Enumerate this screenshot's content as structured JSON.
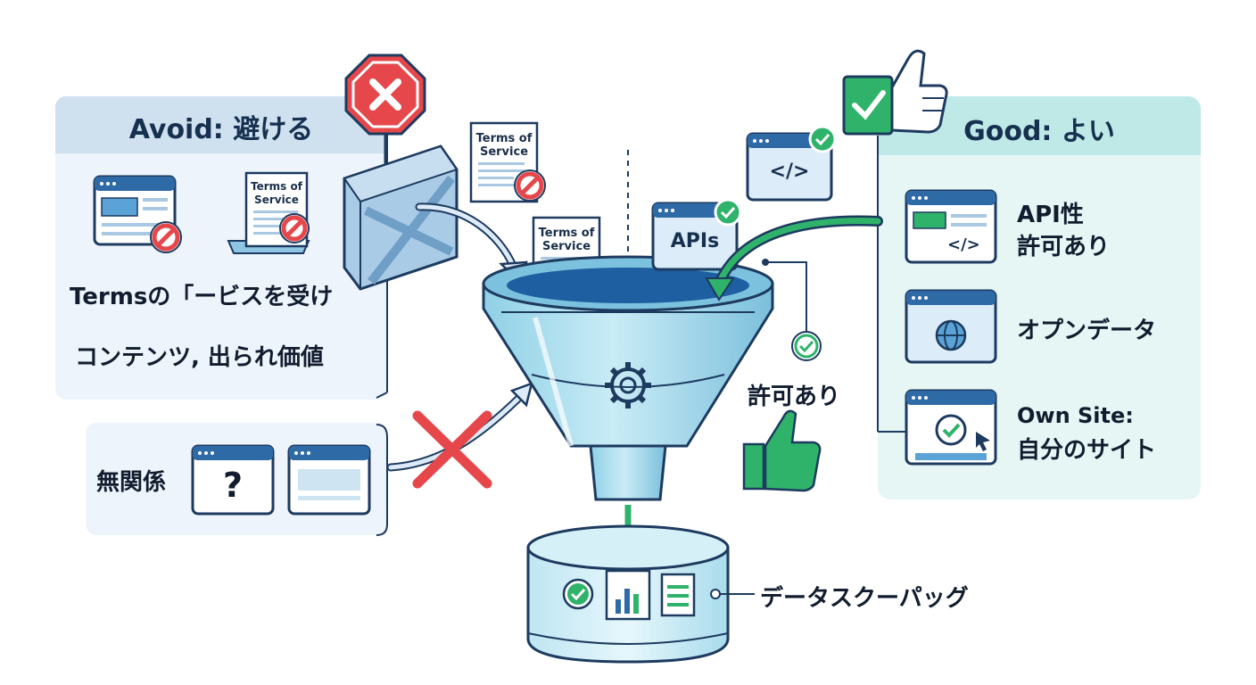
{
  "avoid": {
    "title": "Avoid: 避ける",
    "line1": "Termsの「ービスを受け",
    "line2": "コンテンツ, 出られ価値",
    "tos_doc": "Terms of Service"
  },
  "unrelated": {
    "label": "無関係",
    "question": "?"
  },
  "center": {
    "tos_doc_1": "Terms of Service",
    "tos_doc_2": "Terms of Service",
    "apis_label": "APIs",
    "code_glyph": "</>",
    "permitted": "許可あり",
    "storage_label": "データスクーパッグ"
  },
  "good": {
    "title": "Good: よい",
    "items": [
      {
        "label_line1": "API性",
        "label_line2": "許可あり",
        "code_glyph": "</>"
      },
      {
        "label_line1": "オプンデータ",
        "label_line2": ""
      },
      {
        "label_line1": "Own Site:",
        "label_line2": "自分のサイト"
      }
    ]
  },
  "colors": {
    "avoid_panel": "#eef4fb",
    "avoid_header": "#cfe0ef",
    "good_panel": "#e6f6f5",
    "good_header": "#bfe9e6",
    "danger": "#e5474b",
    "success": "#2fb36a",
    "dark": "#1d3a5f",
    "window_blue": "#2e6aa6"
  }
}
